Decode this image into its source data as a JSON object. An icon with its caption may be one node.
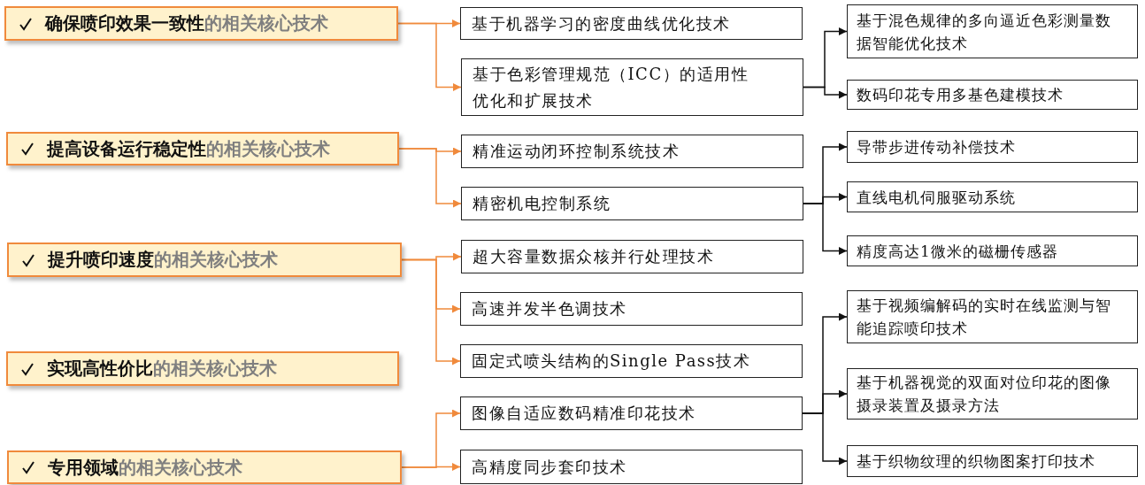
{
  "diagram": {
    "nodes": [
      {
        "text": [
          "确保喷印效果一致性",
          "的相关核心技术"
        ]
      },
      {
        "text": [
          "提高设备运行稳定性",
          "的相关核心技术"
        ]
      },
      {
        "text": [
          "提升喷印速度",
          "的相关核心技术"
        ]
      },
      {
        "text": [
          "实现高性价比",
          "的相关核心技术"
        ]
      },
      {
        "text": [
          "专用领域",
          "的相关核心技术"
        ]
      },
      {
        "text": [
          "基于机器学习的密度曲线优化技术"
        ]
      },
      {
        "text": [
          "基于色彩管理规范（ICC）的适用性优化和扩展技术"
        ]
      },
      {
        "text": [
          "精准运动闭环控制系统技术"
        ]
      },
      {
        "text": [
          "精密机电控制系统"
        ]
      },
      {
        "text": [
          "超大容量数据众核并行处理技术"
        ]
      },
      {
        "text": [
          "高速并发半色调技术"
        ]
      },
      {
        "text": [
          "固定式喷头结构的Single Pass技术"
        ]
      },
      {
        "text": [
          "图像自适应数码精准印花技术"
        ]
      },
      {
        "text": [
          "高精度同步套印技术"
        ]
      },
      {
        "text": [
          "基于混色规律的多向逼近色彩测量数据智能优化技术"
        ]
      },
      {
        "text": [
          "数码印花专用多基色建模技术"
        ]
      },
      {
        "text": [
          "导带步进传动补偿技术"
        ]
      },
      {
        "text": [
          "直线电机伺服驱动系统"
        ]
      },
      {
        "text": [
          "精度高达1微米的磁栅传感器"
        ]
      },
      {
        "text": [
          "基于视频编解码的实时在线监测与智能追踪喷印技术"
        ]
      },
      {
        "text": [
          "基于机器视觉的双面对位印花的图像摄录装置及摄录方法"
        ]
      },
      {
        "text": [
          "基于织物纹理的织物图案打印技术"
        ]
      }
    ],
    "edges": [
      {
        "from": 0,
        "to": 5,
        "arrow": "to",
        "color": "#f08a3c"
      },
      {
        "from": 0,
        "to": 6,
        "arrow": "to",
        "color": "#f08a3c"
      },
      {
        "from": 1,
        "to": 7,
        "arrow": "to",
        "color": "#f08a3c"
      },
      {
        "from": 1,
        "to": 8,
        "arrow": "to",
        "color": "#f08a3c"
      },
      {
        "from": 2,
        "to": 9,
        "arrow": "to",
        "color": "#f08a3c"
      },
      {
        "from": 2,
        "to": 10,
        "arrow": "to",
        "color": "#f08a3c"
      },
      {
        "from": 2,
        "to": 11,
        "arrow": "to",
        "color": "#f08a3c"
      },
      {
        "from": 4,
        "to": 12,
        "arrow": "to",
        "color": "#f08a3c"
      },
      {
        "from": 4,
        "to": 13,
        "arrow": "to",
        "color": "#f08a3c"
      },
      {
        "from": 6,
        "to": 14,
        "arrow": "to",
        "color": "#111111"
      },
      {
        "from": 6,
        "to": 15,
        "arrow": "to",
        "color": "#111111"
      },
      {
        "from": 8,
        "to": 16,
        "arrow": "to",
        "color": "#111111"
      },
      {
        "from": 8,
        "to": 17,
        "arrow": "to",
        "color": "#111111"
      },
      {
        "from": 8,
        "to": 18,
        "arrow": "to",
        "color": "#111111"
      },
      {
        "from": 12,
        "to": 19,
        "arrow": "to",
        "color": "#111111"
      },
      {
        "from": 12,
        "to": 20,
        "arrow": "to",
        "color": "#111111"
      },
      {
        "from": 12,
        "to": 21,
        "arrow": "to",
        "color": "#111111"
      }
    ]
  }
}
